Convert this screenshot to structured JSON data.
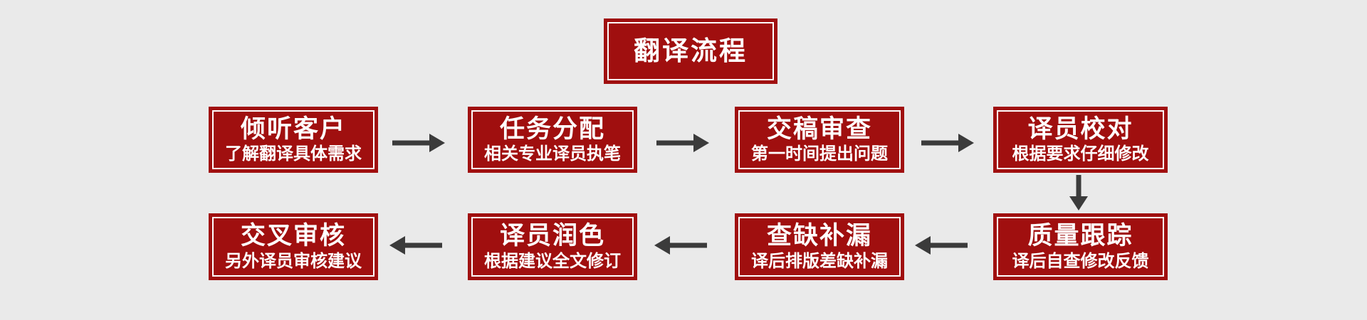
{
  "colors": {
    "background": "#EAEAEA",
    "box_fill": "#A00F0F",
    "box_inner_border": "#FFFFFF",
    "text": "#FFFFFF",
    "arrow": "#3B3B3B"
  },
  "title": {
    "label": "翻译流程"
  },
  "flow": {
    "top_row": [
      {
        "title": "倾听客户",
        "subtitle": "了解翻译具体需求"
      },
      {
        "title": "任务分配",
        "subtitle": "相关专业译员执笔"
      },
      {
        "title": "交稿审查",
        "subtitle": "第一时间提出问题"
      },
      {
        "title": "译员校对",
        "subtitle": "根据要求仔细修改"
      }
    ],
    "bottom_row": [
      {
        "title": "交叉审核",
        "subtitle": "另外译员审核建议"
      },
      {
        "title": "译员润色",
        "subtitle": "根据建议全文修订"
      },
      {
        "title": "查缺补漏",
        "subtitle": "译后排版差缺补漏"
      },
      {
        "title": "质量跟踪",
        "subtitle": "译后自查修改反馈"
      }
    ]
  },
  "icons": {
    "arrow_right": "→",
    "arrow_left": "←",
    "arrow_down": "↓"
  }
}
